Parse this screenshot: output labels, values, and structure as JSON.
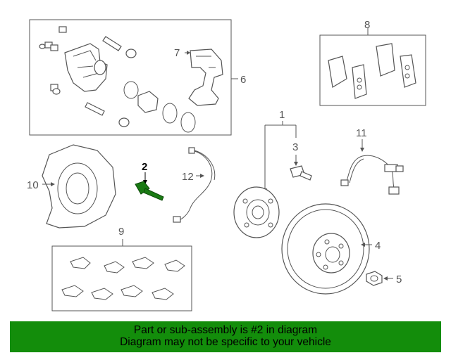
{
  "callouts": {
    "c1": "1",
    "c2": "2",
    "c3": "3",
    "c4": "4",
    "c5": "5",
    "c6": "6",
    "c7": "7",
    "c8": "8",
    "c9": "9",
    "c10": "10",
    "c11": "11",
    "c12": "12"
  },
  "highlighted_part": "2",
  "colors": {
    "banner": "#138d0b",
    "highlight_part": "#1a7a14"
  },
  "banner": {
    "line1": "Part or sub-assembly is #2 in diagram",
    "line2": "Diagram may not be specific to your vehicle"
  }
}
